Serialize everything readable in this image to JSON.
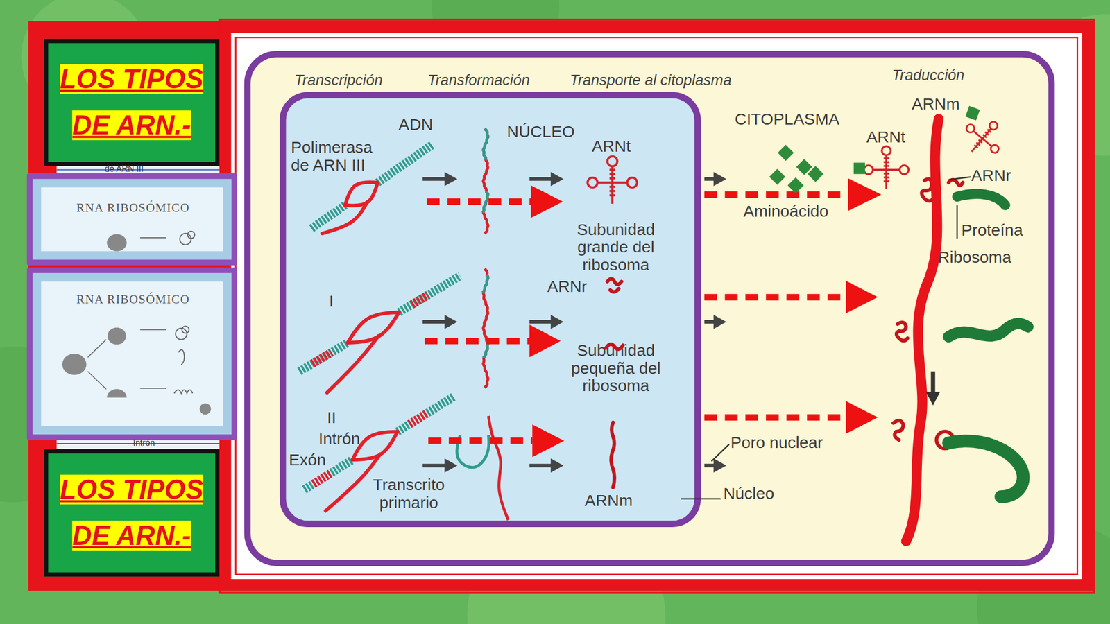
{
  "diagram": {
    "nodes": [
      {
        "text": [
          "LOS TIPOS DE ARN.-"
        ]
      },
      {
        "text": [
          "RNA RIBOSÓMICO"
        ]
      },
      {
        "text": [
          "RNA RIBOSÓMICO"
        ]
      },
      {
        "text": [
          "LOS TIPOS DE ARN.-"
        ]
      },
      {
        "text": [
          "Transcripción",
          "Transformación",
          "Transporte al citoplasma",
          "Traducción",
          "ARNm",
          "CITOPLASMA",
          "ARNt",
          "ARNr",
          "Aminoácido",
          "Proteína",
          "Ribosoma",
          "Poro nuclear",
          "Núcleo"
        ]
      },
      {
        "text": [
          "ADN",
          "NÚCLEO",
          "Polimerasa de ARN III",
          "ARNt",
          "Subunidad grande del ribosoma",
          "ARNr",
          "I",
          "Subunidad pequeña del ribosoma",
          "II",
          "Intrón",
          "Exón",
          "Transcrito primario",
          "ARNm"
        ],
        "in": 4
      }
    ],
    "labels": [
      "de ARN III",
      "Intrón"
    ]
  }
}
